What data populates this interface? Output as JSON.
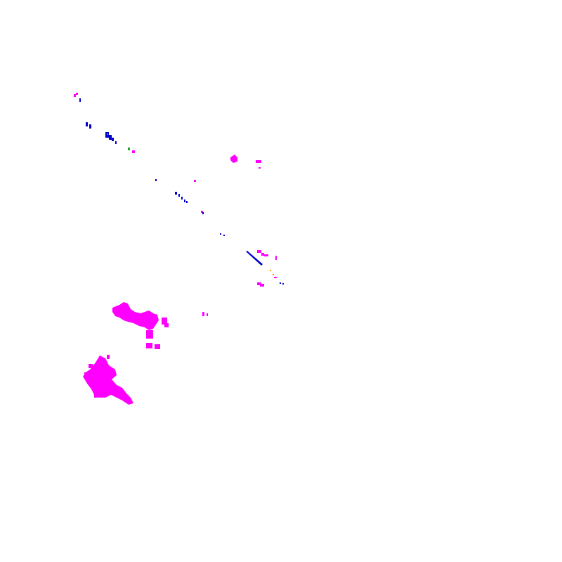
{
  "map": {
    "background_color": "#ffffff",
    "layers": [
      {
        "name": "magenta-returns",
        "color": "#ff00ff"
      },
      {
        "name": "blue-returns",
        "color": "#0000cc"
      },
      {
        "name": "green-returns",
        "color": "#22aa22"
      },
      {
        "name": "orange-returns",
        "color": "#ff9900"
      }
    ]
  }
}
